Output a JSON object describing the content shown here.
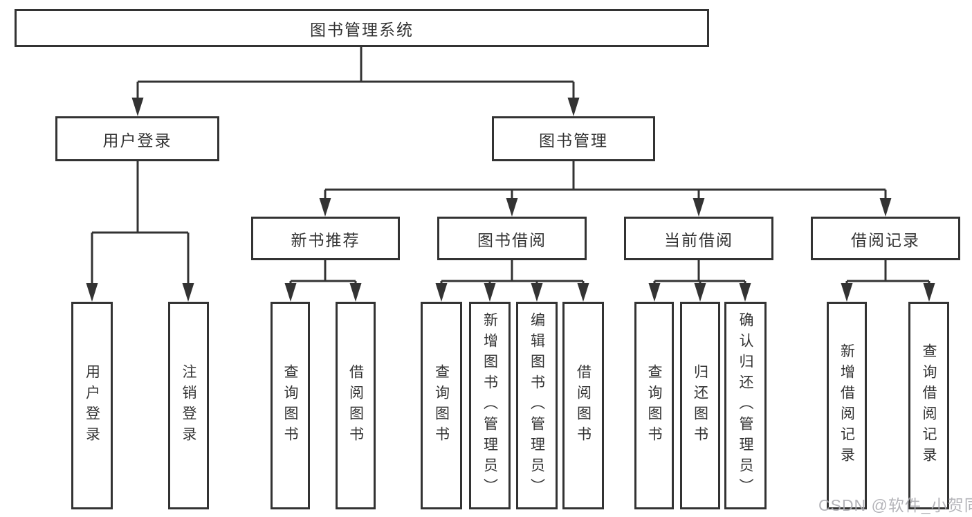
{
  "diagram": {
    "root": "图书管理系统",
    "user_login": {
      "label": "用户登录",
      "children": {
        "login": "用户登录",
        "logout": "注销登录"
      }
    },
    "book_mgmt": {
      "label": "图书管理",
      "new_book": {
        "label": "新书推荐",
        "children": {
          "query": "查询图书",
          "borrow": "借阅图书"
        }
      },
      "borrowing": {
        "label": "图书借阅",
        "children": {
          "query": "查询图书",
          "add": "新增图书（管理员）",
          "edit": "编辑图书（管理员）",
          "borrow": "借阅图书"
        }
      },
      "current": {
        "label": "当前借阅",
        "children": {
          "query": "查询图书",
          "return": "归还图书",
          "confirm": "确认归还（管理员）"
        }
      },
      "records": {
        "label": "借阅记录",
        "children": {
          "add": "新增借阅记录",
          "query": "查询借阅记录"
        }
      }
    }
  },
  "colors": {
    "line": "#333333",
    "box_border": "#333333",
    "text": "#333333",
    "watermark": "#acacb1"
  },
  "watermark": "CSDN @软件_小贺同学"
}
